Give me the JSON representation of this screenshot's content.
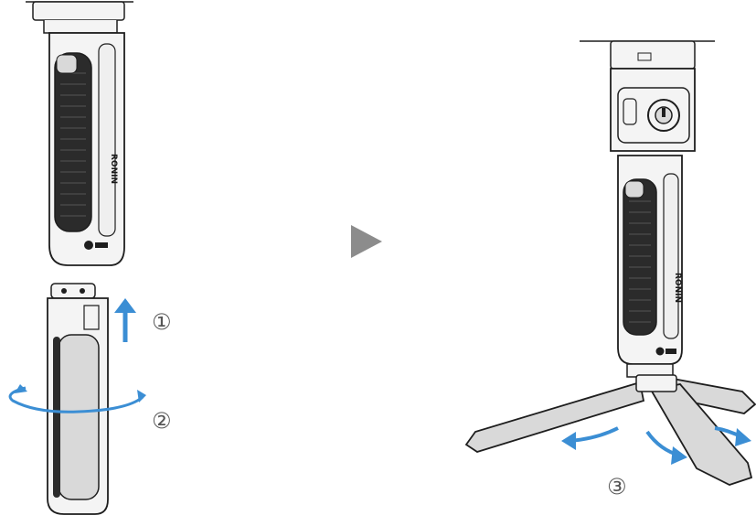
{
  "colors": {
    "outline": "#1e1e1e",
    "body_fill": "#f4f4f4",
    "grip_fill": "#2b2b2b",
    "panel_fill": "#d9d9d9",
    "arrow_blue": "#3b8ed4",
    "play_gray": "#8c8c8c",
    "label_gray": "#555555"
  },
  "brand_text": "RONIN",
  "steps": [
    {
      "number": "①"
    },
    {
      "number": "②"
    },
    {
      "number": "③"
    }
  ],
  "icons": {
    "next_step": "play-triangle-icon",
    "lift_arrow": "arrow-up-icon",
    "rotate_arrow": "rotate-icon",
    "spread_arrows": "spread-legs-icon"
  }
}
